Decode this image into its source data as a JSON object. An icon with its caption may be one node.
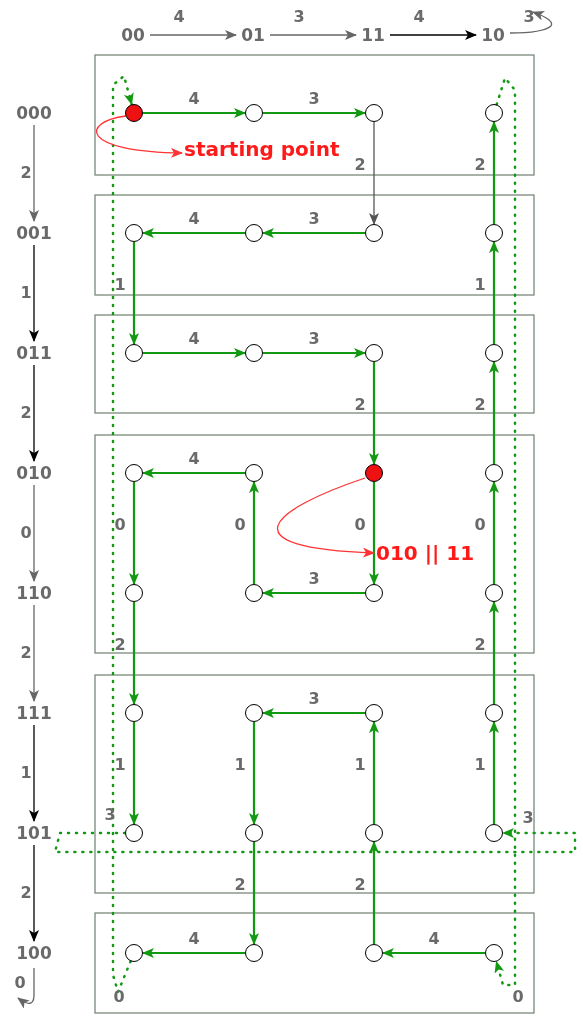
{
  "diagram": {
    "nodes": [
      {
        "text": [
          "00"
        ]
      },
      {
        "text": [
          "01"
        ]
      },
      {
        "text": [
          "11"
        ]
      },
      {
        "text": [
          "10"
        ]
      },
      {
        "text": [
          "000"
        ]
      },
      {
        "text": [],
        "shape": "circle"
      },
      {
        "text": [],
        "shape": "circle"
      },
      {
        "text": [],
        "shape": "circle"
      },
      {
        "text": [],
        "shape": "circle"
      },
      {
        "text": [
          "001"
        ]
      },
      {
        "text": [],
        "shape": "circle"
      },
      {
        "text": [],
        "shape": "circle"
      },
      {
        "text": [],
        "shape": "circle"
      },
      {
        "text": [],
        "shape": "circle"
      },
      {
        "text": [
          "011"
        ]
      },
      {
        "text": [],
        "shape": "circle"
      },
      {
        "text": [],
        "shape": "circle"
      },
      {
        "text": [],
        "shape": "circle"
      },
      {
        "text": [],
        "shape": "circle"
      },
      {
        "text": [
          "010"
        ]
      },
      {
        "text": [],
        "shape": "circle"
      },
      {
        "text": [],
        "shape": "circle"
      },
      {
        "text": [],
        "shape": "circle"
      },
      {
        "text": [],
        "shape": "circle"
      },
      {
        "text": [
          "110"
        ]
      },
      {
        "text": [],
        "shape": "circle"
      },
      {
        "text": [],
        "shape": "circle"
      },
      {
        "text": [],
        "shape": "circle"
      },
      {
        "text": [],
        "shape": "circle"
      },
      {
        "text": [
          "111"
        ]
      },
      {
        "text": [],
        "shape": "circle"
      },
      {
        "text": [],
        "shape": "circle"
      },
      {
        "text": [],
        "shape": "circle"
      },
      {
        "text": [],
        "shape": "circle"
      },
      {
        "text": [
          "101"
        ]
      },
      {
        "text": [],
        "shape": "circle"
      },
      {
        "text": [],
        "shape": "circle"
      },
      {
        "text": [],
        "shape": "circle"
      },
      {
        "text": [],
        "shape": "circle"
      },
      {
        "text": [
          "100"
        ]
      },
      {
        "text": [],
        "shape": "circle"
      },
      {
        "text": [],
        "shape": "circle"
      },
      {
        "text": [],
        "shape": "circle"
      },
      {
        "text": [],
        "shape": "circle"
      },
      {
        "text": [
          "starting point"
        ]
      },
      {
        "text": [
          "010 || 11"
        ]
      }
    ],
    "edges": [
      {
        "from": 0,
        "to": 1,
        "arrow": "to",
        "label": "4",
        "color": "#666666"
      },
      {
        "from": 1,
        "to": 2,
        "arrow": "to",
        "label": "3",
        "color": "#666666"
      },
      {
        "from": 2,
        "to": 3,
        "arrow": "to",
        "label": "4",
        "color": "#000000"
      },
      {
        "from": 3,
        "to": null,
        "arrow": "to",
        "label": "3",
        "color": "#666666"
      },
      {
        "from": 4,
        "to": 9,
        "arrow": "to",
        "label": "2",
        "color": "#666666"
      },
      {
        "from": 9,
        "to": 14,
        "arrow": "to",
        "label": "1",
        "color": "#000000"
      },
      {
        "from": 14,
        "to": 19,
        "arrow": "to",
        "label": "2",
        "color": "#000000"
      },
      {
        "from": 19,
        "to": 24,
        "arrow": "to",
        "label": "0",
        "color": "#666666"
      },
      {
        "from": 24,
        "to": 29,
        "arrow": "to",
        "label": "2",
        "color": "#666666"
      },
      {
        "from": 29,
        "to": 34,
        "arrow": "to",
        "label": "1",
        "color": "#000000"
      },
      {
        "from": 34,
        "to": 39,
        "arrow": "to",
        "label": "2",
        "color": "#000000"
      },
      {
        "from": 39,
        "to": null,
        "arrow": "to",
        "label": "0",
        "color": "#666666"
      },
      {
        "from": 5,
        "to": 6,
        "arrow": "to",
        "label": "4"
      },
      {
        "from": 6,
        "to": 7,
        "arrow": "to",
        "label": "3"
      },
      {
        "from": 7,
        "to": 12,
        "arrow": "to",
        "label": "2",
        "color": "#555555"
      },
      {
        "from": 12,
        "to": 11,
        "arrow": "to",
        "label": "3"
      },
      {
        "from": 11,
        "to": 10,
        "arrow": "to",
        "label": "4"
      },
      {
        "from": 10,
        "to": 15,
        "arrow": "to",
        "label": "1"
      },
      {
        "from": 15,
        "to": 16,
        "arrow": "to",
        "label": "4"
      },
      {
        "from": 16,
        "to": 17,
        "arrow": "to",
        "label": "3"
      },
      {
        "from": 17,
        "to": 22,
        "arrow": "to",
        "label": "2"
      },
      {
        "from": 22,
        "to": 27,
        "arrow": "to",
        "label": "0"
      },
      {
        "from": 27,
        "to": 26,
        "arrow": "to",
        "label": "3"
      },
      {
        "from": 26,
        "to": 21,
        "arrow": "to",
        "label": "0"
      },
      {
        "from": 21,
        "to": 20,
        "arrow": "to",
        "label": "4"
      },
      {
        "from": 20,
        "to": 25,
        "arrow": "to",
        "label": "0"
      },
      {
        "from": 25,
        "to": 30,
        "arrow": "to",
        "label": "2"
      },
      {
        "from": 30,
        "to": 35,
        "arrow": "to",
        "label": "1"
      },
      {
        "from": 35,
        "to": 38,
        "arrow": "to",
        "label": "3",
        "style": "dashed"
      },
      {
        "from": 38,
        "to": 33,
        "arrow": "to",
        "label": "1"
      },
      {
        "from": 33,
        "to": 28,
        "arrow": "to",
        "label": "2"
      },
      {
        "from": 28,
        "to": 23,
        "arrow": "to",
        "label": "0"
      },
      {
        "from": 23,
        "to": 18,
        "arrow": "to",
        "label": "2"
      },
      {
        "from": 18,
        "to": 13,
        "arrow": "to",
        "label": "1"
      },
      {
        "from": 13,
        "to": 8,
        "arrow": "to",
        "label": "2"
      },
      {
        "from": 8,
        "to": 43,
        "arrow": "to",
        "label": "0",
        "style": "dashed"
      },
      {
        "from": 43,
        "to": 42,
        "arrow": "to",
        "label": "4"
      },
      {
        "from": 42,
        "to": 37,
        "arrow": "to",
        "label": "2"
      },
      {
        "from": 37,
        "to": 32,
        "arrow": "to",
        "label": "1"
      },
      {
        "from": 32,
        "to": 31,
        "arrow": "to",
        "label": "3"
      },
      {
        "from": 31,
        "to": 36,
        "arrow": "to",
        "label": "1"
      },
      {
        "from": 36,
        "to": 41,
        "arrow": "to",
        "label": "2"
      },
      {
        "from": 41,
        "to": 40,
        "arrow": "to",
        "label": "4"
      },
      {
        "from": 40,
        "to": 5,
        "arrow": "to",
        "label": "0",
        "style": "dashed"
      },
      {
        "from": 5,
        "to": 44,
        "arrow": "to",
        "color": "#ff3333"
      },
      {
        "from": 22,
        "to": 45,
        "arrow": "to",
        "color": "#ff3333"
      }
    ],
    "labels": [
      "3"
    ]
  }
}
